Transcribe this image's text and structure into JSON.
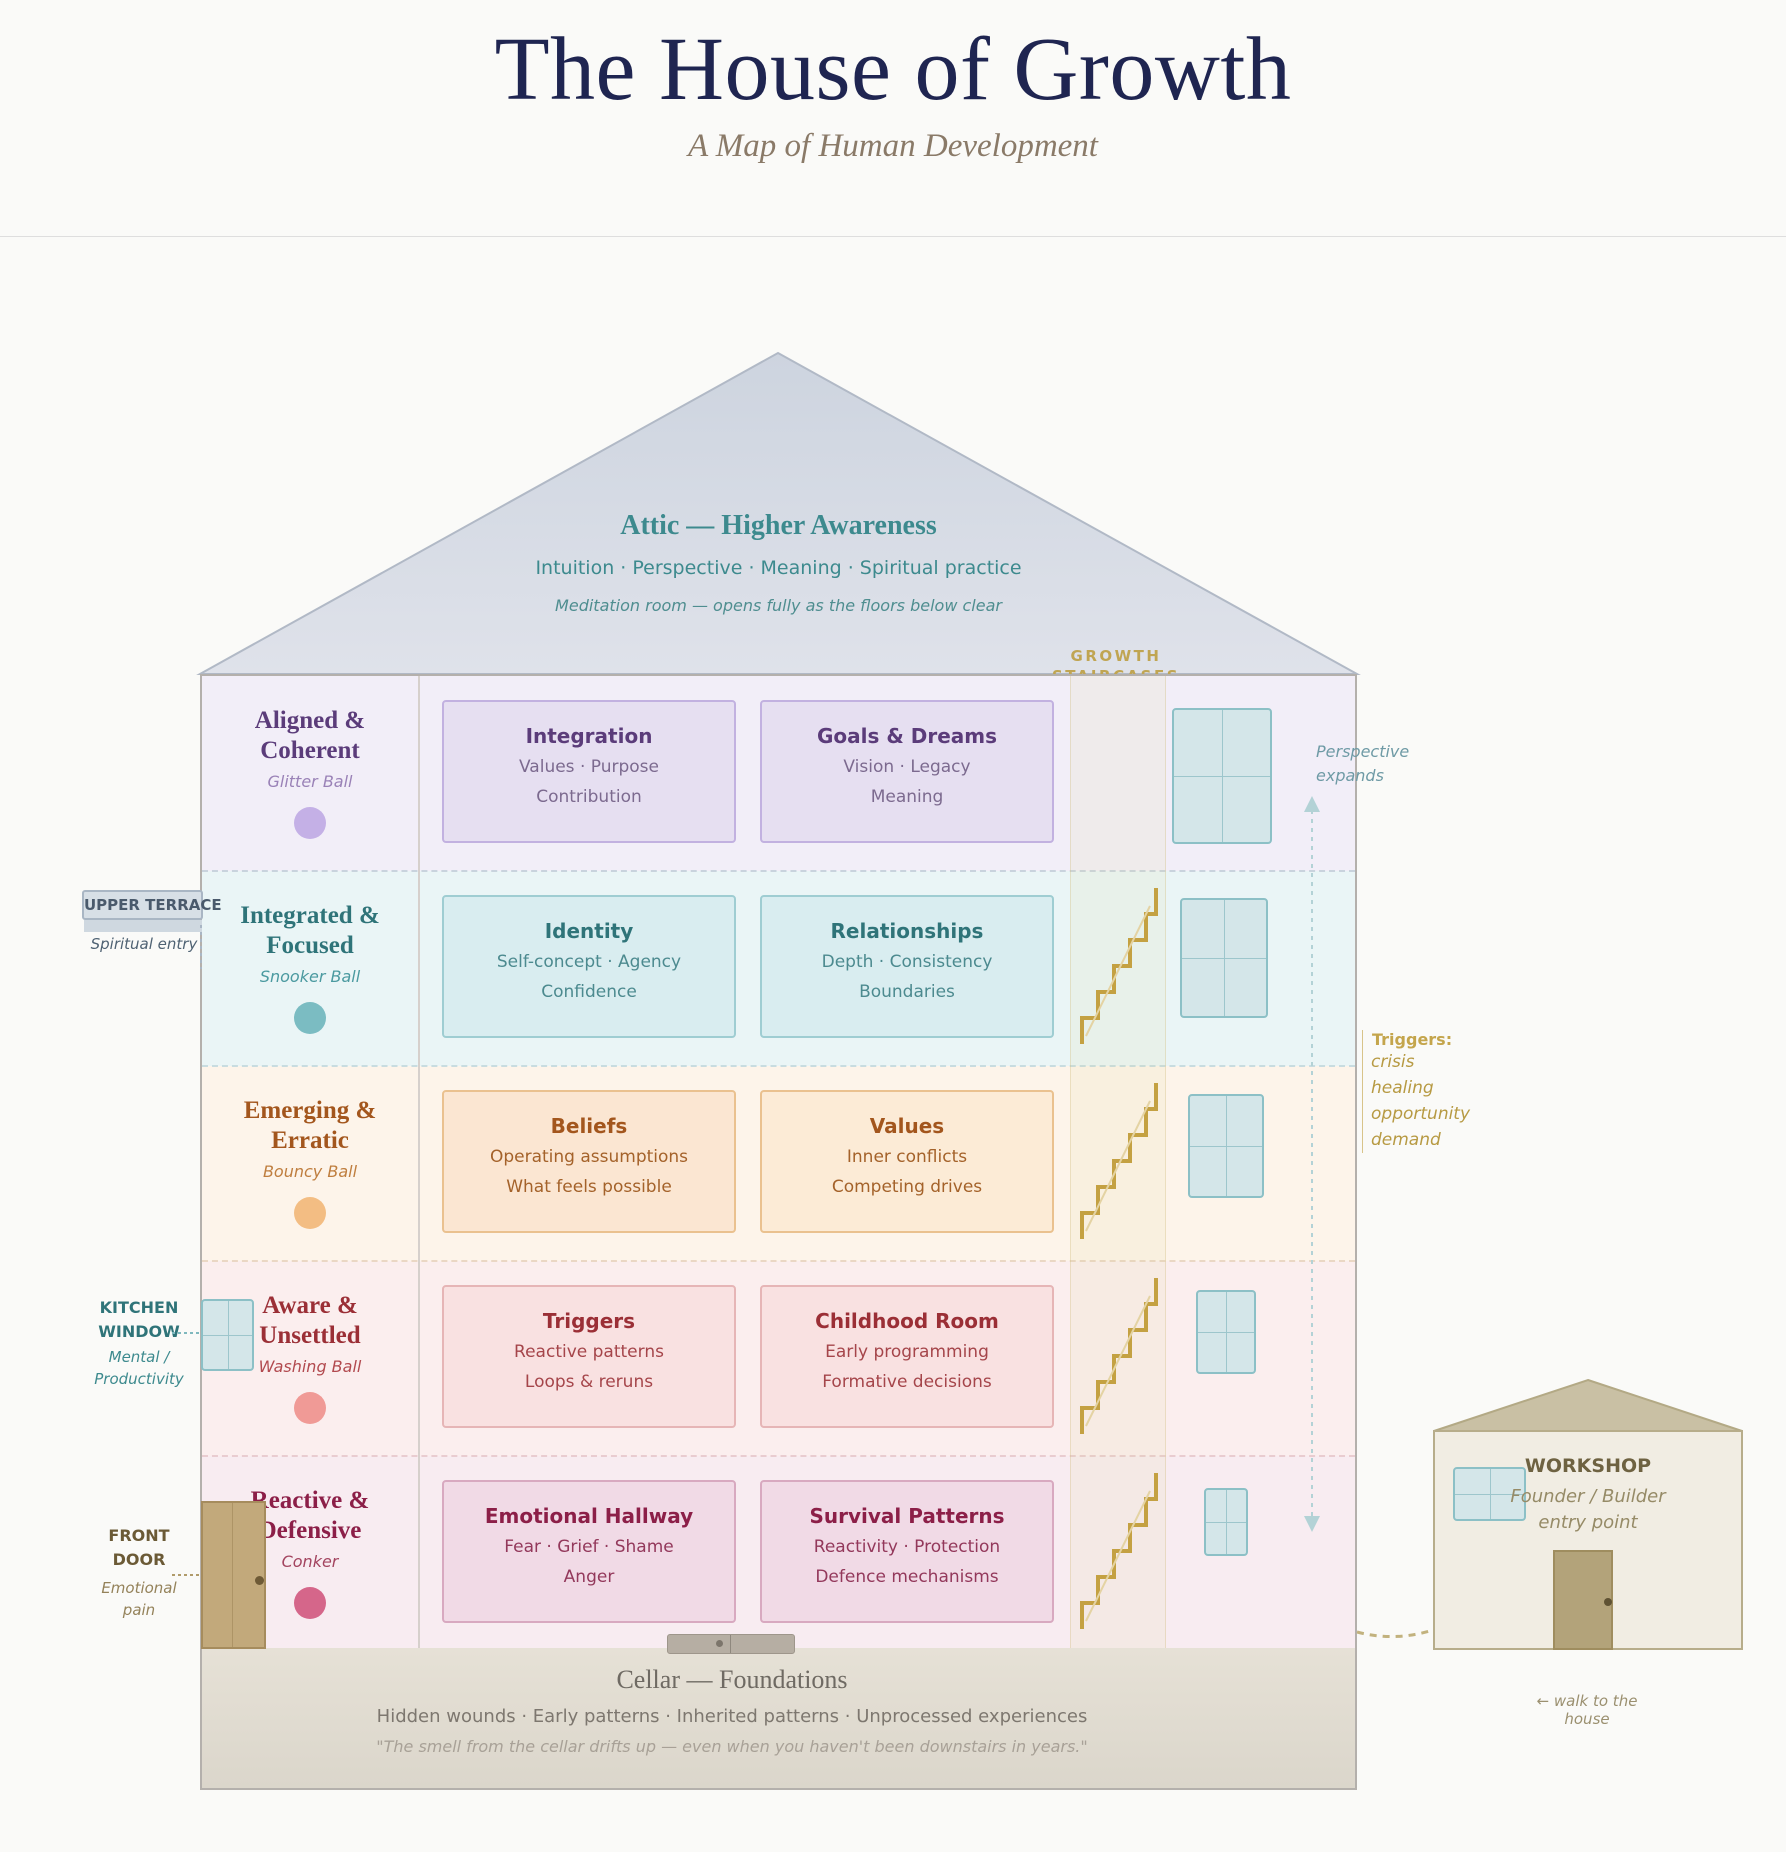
{
  "header": {
    "title": "The House of Growth",
    "subtitle": "A Map of Human Development"
  },
  "attic": {
    "title": "Attic — Higher Awareness",
    "subtitle": "Intuition · Perspective · Meaning · Spiritual practice",
    "note": "Meditation room — opens fully as the floors below clear"
  },
  "staircases_label": "GROWTH STAIRCASES",
  "floors": [
    {
      "name": "Aligned &\nCoherent",
      "ball": "Glitter Ball",
      "color": "#5b3c7a",
      "ball_color": "#c4b0e6",
      "rooms": [
        {
          "title": "Integration",
          "line1": "Values · Purpose",
          "line2": "Contribution"
        },
        {
          "title": "Goals & Dreams",
          "line1": "Vision · Legacy",
          "line2": "Meaning"
        }
      ]
    },
    {
      "name": "Integrated &\nFocused",
      "ball": "Snooker Ball",
      "color": "#2f7479",
      "ball_color": "#7bbcc2",
      "rooms": [
        {
          "title": "Identity",
          "line1": "Self-concept · Agency",
          "line2": "Confidence"
        },
        {
          "title": "Relationships",
          "line1": "Depth · Consistency",
          "line2": "Boundaries"
        }
      ]
    },
    {
      "name": "Emerging &\nErratic",
      "ball": "Bouncy Ball",
      "color": "#a3561d",
      "ball_color": "#f3bd83",
      "rooms": [
        {
          "title": "Beliefs",
          "line1": "Operating assumptions",
          "line2": "What feels possible"
        },
        {
          "title": "Values",
          "line1": "Inner conflicts",
          "line2": "Competing drives"
        }
      ]
    },
    {
      "name": "Aware &\nUnsettled",
      "ball": "Washing Ball",
      "color": "#9b2f36",
      "ball_color": "#f09a96",
      "rooms": [
        {
          "title": "Triggers",
          "line1": "Reactive patterns",
          "line2": "Loops & reruns"
        },
        {
          "title": "Childhood Room",
          "line1": "Early programming",
          "line2": "Formative decisions"
        }
      ]
    },
    {
      "name": "Reactive &\nDefensive",
      "ball": "Conker",
      "color": "#8c1f48",
      "ball_color": "#d5668a",
      "rooms": [
        {
          "title": "Emotional Hallway",
          "line1": "Fear · Grief · Shame",
          "line2": "Anger"
        },
        {
          "title": "Survival Patterns",
          "line1": "Reactivity · Protection",
          "line2": "Defence mechanisms"
        }
      ]
    }
  ],
  "cellar": {
    "title": "Cellar — Foundations",
    "subtitle": "Hidden wounds · Early patterns · Inherited patterns · Unprocessed experiences",
    "quote": "\"The smell from the cellar drifts up — even when you haven't been downstairs in years.\""
  },
  "side": {
    "terrace_label": "UPPER TERRACE",
    "terrace_note": "Spiritual entry",
    "kitchen_title_1": "KITCHEN",
    "kitchen_title_2": "WINDOW",
    "kitchen_note_1": "Mental /",
    "kitchen_note_2": "Productivity",
    "door_title_1": "FRONT",
    "door_title_2": "DOOR",
    "door_note_1": "Emotional",
    "door_note_2": "pain"
  },
  "right": {
    "perspective_1": "Perspective",
    "perspective_2": "expands",
    "triggers_title": "Triggers:",
    "triggers": [
      "crisis",
      "healing",
      "opportunity",
      "demand"
    ]
  },
  "workshop": {
    "title": "WORKSHOP",
    "sub_1": "Founder / Builder",
    "sub_2": "entry point",
    "walk_note": "← walk to the house"
  },
  "colors": {
    "navy_title": "#1f2551",
    "teal": "#3d8a8e",
    "gold": "#c0a552",
    "roof": "#d3d9e3"
  }
}
